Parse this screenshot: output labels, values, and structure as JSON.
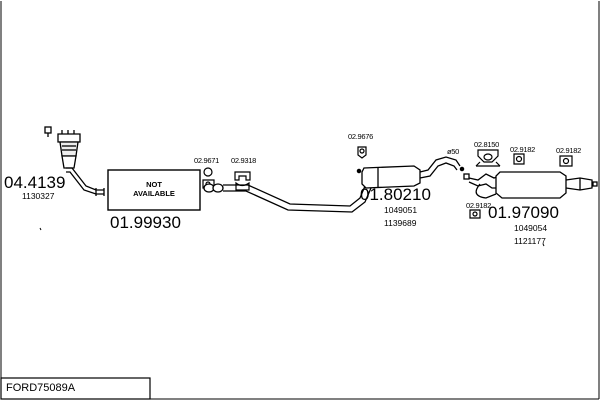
{
  "diagram": {
    "model_code": "FORD75089A",
    "parts": [
      {
        "id": "cat",
        "part_no": "04.4139",
        "refs": [
          "1130327"
        ]
      },
      {
        "id": "front_box",
        "part_no": "01.99930",
        "box_text": [
          "NOT",
          "AVAILABLE"
        ]
      },
      {
        "id": "middle_silencer",
        "part_no": "01.80210",
        "refs": [
          "1049051",
          "1139689"
        ]
      },
      {
        "id": "rear_silencer",
        "part_no": "01.97090",
        "refs": [
          "1049054",
          "1121177"
        ]
      }
    ],
    "accessories": {
      "a1": "02.9671",
      "a2": "02.9318",
      "a3": "02.9676",
      "a4": "02.8150",
      "a5": "02.9182",
      "a6": "02.9182",
      "a7": "02.9182"
    },
    "diameter_label": "ø50"
  }
}
